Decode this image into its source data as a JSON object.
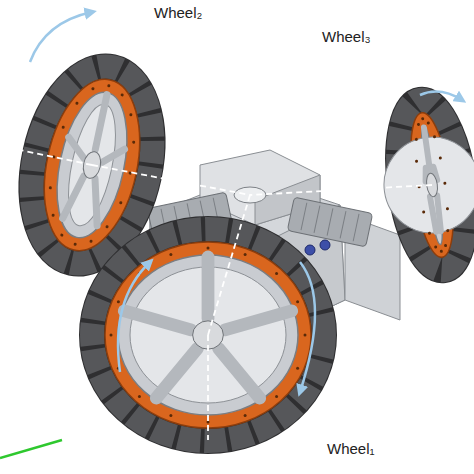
{
  "diagram": {
    "labels": [
      "Wheel₂",
      "Wheel₃",
      "Wheel₁"
    ]
  }
}
